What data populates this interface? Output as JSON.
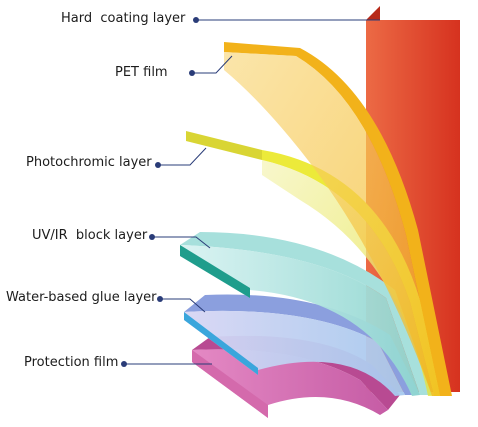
{
  "diagram": {
    "labels": {
      "hard_coating": "Hard  coating layer",
      "pet_film": "PET film",
      "photochromic": "Photochromic layer",
      "uv_ir": "UV/IR  block layer",
      "water_glue": "Water-based glue layer",
      "protection": "Protection film"
    },
    "colors": {
      "hard_coating": "#e0452c",
      "pet_film": "#f4c21c",
      "photochromic": "#e3e03a",
      "uv_ir": "#1f9d8c",
      "water_glue": "#3aa6dc",
      "protection": "#d9559a",
      "leader_dot": "#2a3c78"
    }
  }
}
